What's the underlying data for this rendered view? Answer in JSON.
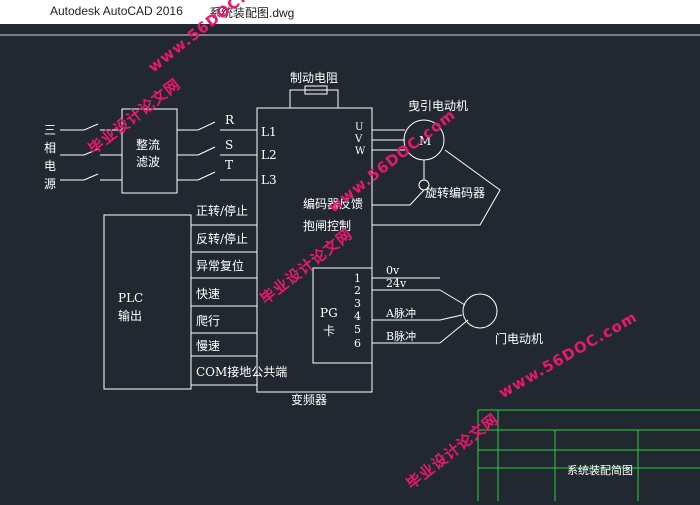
{
  "window": {
    "app_title": "Autodesk AutoCAD 2016",
    "file_name": "系统装配图.dwg"
  },
  "diagram": {
    "power": [
      "三",
      "相",
      "电",
      "源"
    ],
    "rectifier": [
      "整流",
      "滤波"
    ],
    "phases": [
      "R",
      "S",
      "T"
    ],
    "inputs": [
      "L1",
      "L2",
      "L3"
    ],
    "outputs": [
      "U",
      "V",
      "W"
    ],
    "brake_resistor": "制动电阻",
    "traction_motor": "曳引电动机",
    "motor_symbol": "M",
    "encoder": "旋转编码器",
    "encoder_feedback": "编码器反馈",
    "brake_control": "抱闸控制",
    "plc": [
      "PLC",
      "输出"
    ],
    "plc_signals": [
      "正转/停止",
      "反转/停止",
      "异常复位",
      "快速",
      "爬行",
      "慢速",
      "COM接地公共端"
    ],
    "pg_card": [
      "PG",
      "卡"
    ],
    "pg_terminals": [
      "1",
      "2",
      "3",
      "4",
      "5",
      "6"
    ],
    "pg_signals": [
      "0v",
      "24v",
      "A脉冲",
      "B脉冲"
    ],
    "inverter": "变频器",
    "door_motor": "门电动机"
  },
  "title_block": {
    "drawing_title": "系统装配简图"
  },
  "watermarks": {
    "site": "www.56DOC.com",
    "slogan": "毕业设计论文网"
  },
  "colors": {
    "background": "#212830",
    "lines": "#ffffff",
    "watermark": "#e8186e",
    "title_block_border": "#2ecc40"
  }
}
